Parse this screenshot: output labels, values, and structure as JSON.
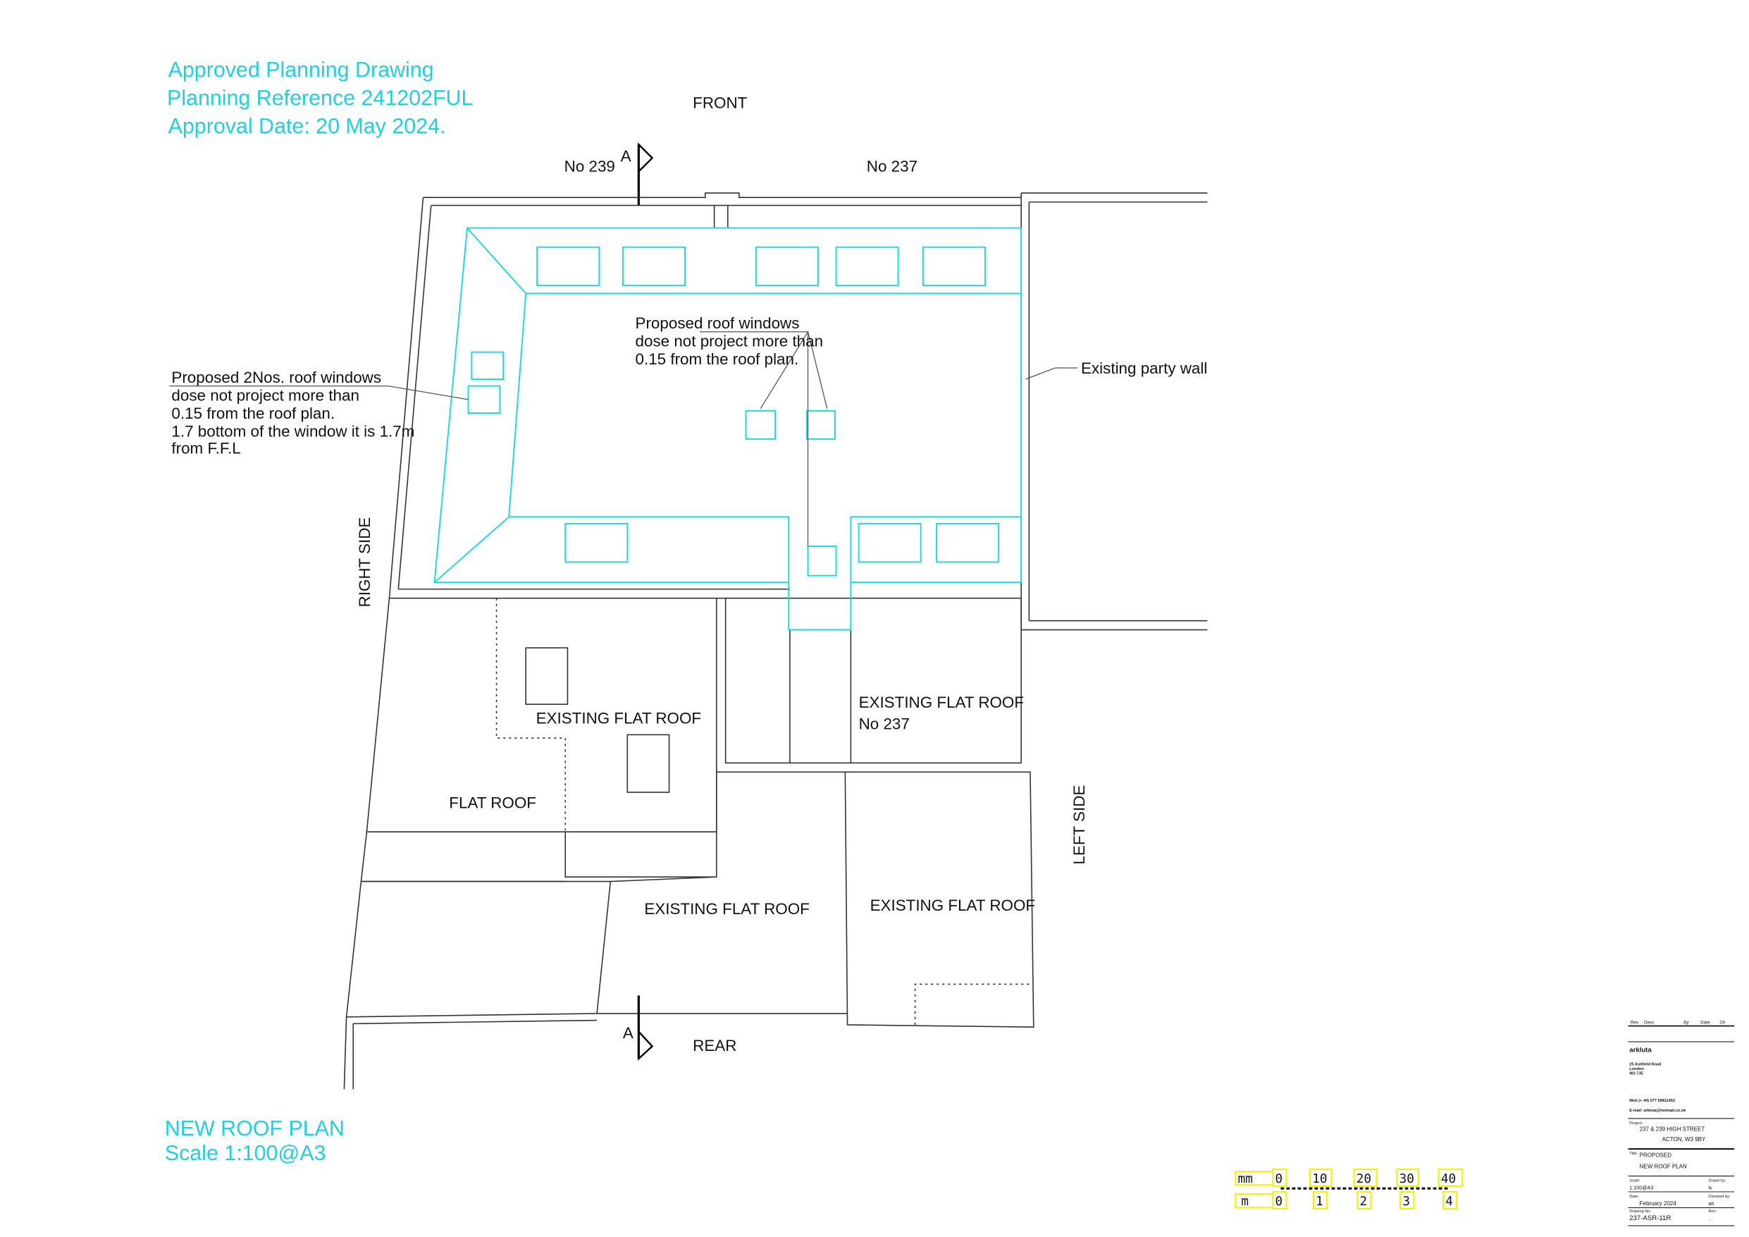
{
  "approval": {
    "line1": "Approved Planning Drawing",
    "line2": "Planning Reference 241202FUL",
    "line3": "Approval Date: 20 May 2024."
  },
  "plan": {
    "front": "FRONT",
    "rear": "REAR",
    "right_side": "RIGHT SIDE",
    "left_side": "LEFT SIDE",
    "no239": "No 239",
    "no237": "No 237",
    "section_a_top": "A",
    "section_a_bottom": "A",
    "note_center": [
      "Proposed roof windows",
      "dose not project more than",
      "0.15 from the roof plan."
    ],
    "note_left": [
      "Proposed 2Nos. roof windows",
      "dose not project more than",
      "0.15 from the roof plan.",
      "1.7 bottom of the window it is 1.7m",
      "from F.F.L"
    ],
    "party_wall": "Existing party wall",
    "existing_flat_roof_1": "EXISTING FLAT ROOF",
    "existing_flat_roof_237": [
      "EXISTING FLAT ROOF",
      "No 237"
    ],
    "flat_roof": "FLAT ROOF",
    "existing_flat_roof_2": "EXISTING FLAT ROOF",
    "existing_flat_roof_3": "EXISTING FLAT ROOF"
  },
  "drawing_label": {
    "title": "NEW ROOF PLAN",
    "scale": "Scale 1:100@A3"
  },
  "scale_bar": {
    "mm_label": "mm",
    "m_label": "m",
    "mm_ticks": [
      "0",
      "10",
      "20",
      "30",
      "40"
    ],
    "m_ticks": [
      "0",
      "1",
      "2",
      "3",
      "4"
    ]
  },
  "title_block": {
    "rev_headers": [
      "Rev",
      "Desc",
      "By",
      "Date",
      "Ch"
    ],
    "company": "arkluta",
    "address": [
      "25 Ashfield Road",
      "London",
      "W3 7JE"
    ],
    "mob": "Mob (+ 44) 077 69811452",
    "email": "E-mail: arkluta@hotmail.co.uk",
    "project_label": "Project:",
    "project": [
      "237 & 239 HIGH STREET",
      "ACTON, W3 9BY"
    ],
    "title_label": "Title:",
    "title": [
      "PROPOSED",
      "NEW ROOF PLAN"
    ],
    "scale_label": "Scale:",
    "scale": "1:100@A3",
    "drawn_by_label": "Drawn by:",
    "drawn_by": "lv",
    "date_label": "Date:",
    "date": "February 2024",
    "checked_by_label": "Checked by:",
    "checked_by": "ah",
    "drawing_no_label": "Drawing No:",
    "drawing_no": "237-ASR-11R",
    "rev_label": "Rev:",
    "rev": "."
  },
  "colors": {
    "accent": "#1ad8e0",
    "scale_highlight": "#f3f000"
  }
}
